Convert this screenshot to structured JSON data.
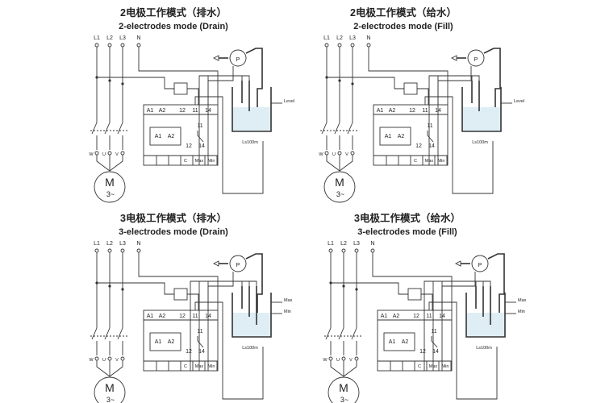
{
  "panels": [
    {
      "title_zh": "2电极工作模式（排水）",
      "title_en": "2-electrodes mode (Drain)",
      "mode": "drain",
      "electrodes": 2,
      "level_labels": [
        "Level"
      ],
      "cable": "Ls100m"
    },
    {
      "title_zh": "2电极工作模式（给水）",
      "title_en": "2-electrodes mode (Fill)",
      "mode": "fill",
      "electrodes": 2,
      "level_labels": [
        "Level"
      ],
      "cable": "Ls100m"
    },
    {
      "title_zh": "3电极工作模式（排水）",
      "title_en": "3-electrodes mode (Drain)",
      "mode": "drain",
      "electrodes": 3,
      "level_labels": [
        "Max",
        "Min"
      ],
      "cable": "Ls100m"
    },
    {
      "title_zh": "3电极工作模式（给水）",
      "title_en": "3-electrodes mode (Fill)",
      "mode": "fill",
      "electrodes": 3,
      "level_labels": [
        "Max",
        "Min"
      ],
      "cable": "Ls100m"
    }
  ],
  "line_labels": [
    "L1",
    "L2",
    "L3",
    "N"
  ],
  "relay_top_terminals": [
    "A1",
    "A2",
    "12",
    "11",
    "14"
  ],
  "relay_inner_coil": [
    "A1",
    "A2"
  ],
  "relay_contacts": [
    "11",
    "12",
    "14"
  ],
  "relay_bottom_terminals": [
    "C",
    "Max",
    "Min"
  ],
  "motor_phases": [
    "W",
    "U",
    "V"
  ],
  "motor": {
    "symbol": "M",
    "phase": "3~"
  },
  "pump_symbol": "P"
}
